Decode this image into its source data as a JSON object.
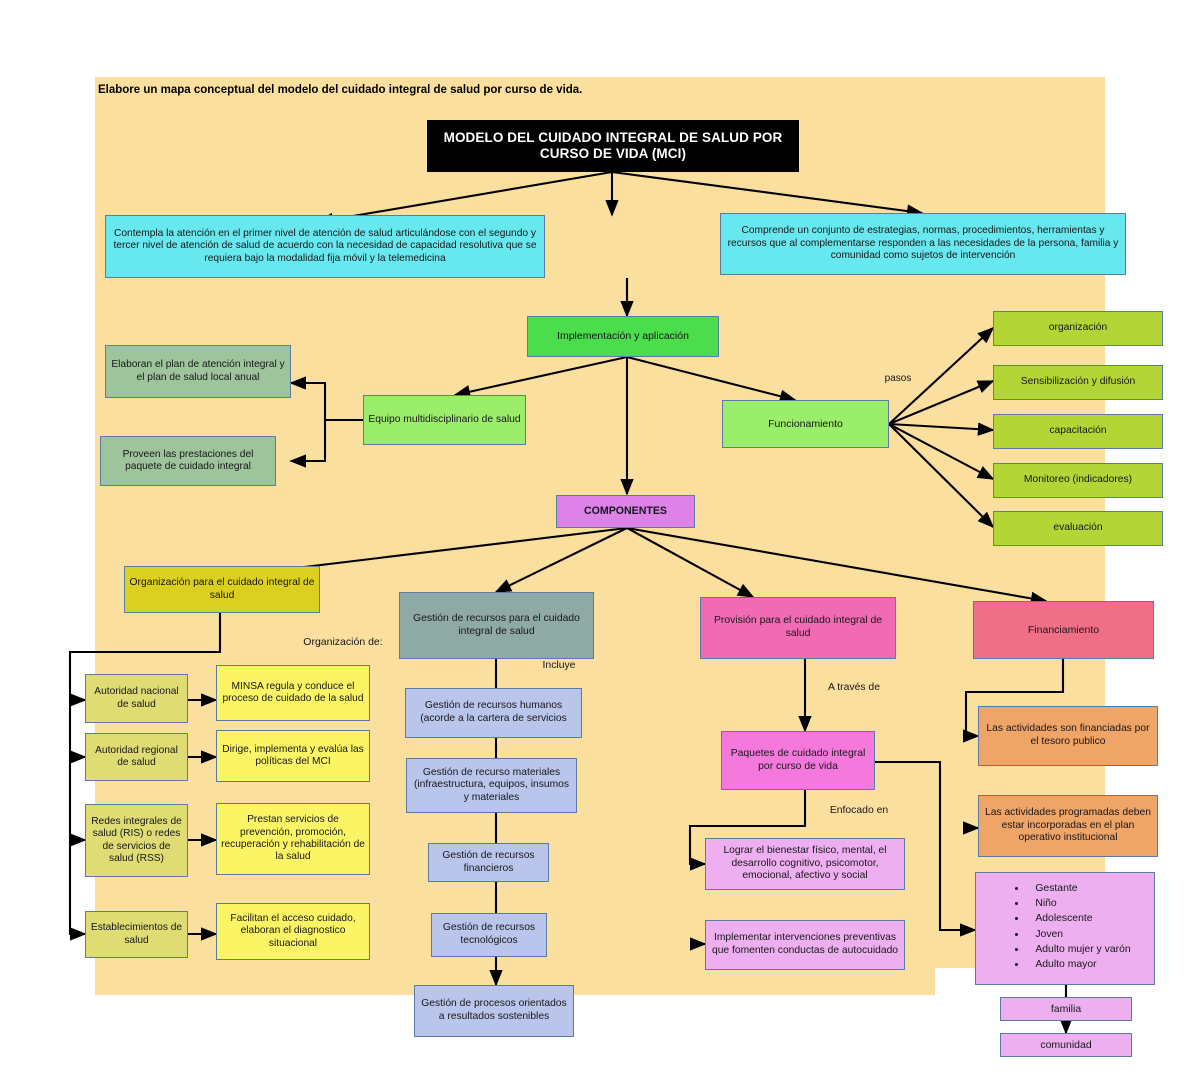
{
  "page": {
    "prompt": "Elabore un mapa conceptual del modelo del cuidado integral de salud por curso de vida.",
    "background_color": "#fadf9f",
    "canvas_color": "#ffffff"
  },
  "title_node": {
    "label": "MODELO DEL CUIDADO INTEGRAL DE SALUD POR CURSO DE VIDA (MCI)",
    "color": "#000000",
    "text_color": "#ffffff"
  },
  "definition_nodes": [
    {
      "id": "contempla",
      "label": "Contempla la atención en el primer nivel de atención de salud articulándose con el segundo y tercer nivel de atención de salud de acuerdo con la necesidad de capacidad resolutiva que se requiera bajo la modalidad fija móvil y la telemedicina",
      "color": "#66e8ee"
    },
    {
      "id": "comprende",
      "label": "Comprende un conjunto de estrategias, normas, procedimientos, herramientas y recursos que al complementarse responden a las necesidades de la persona, familia y comunidad como sujetos de intervención",
      "color": "#66e8ee"
    }
  ],
  "implementacion": {
    "label": "Implementación y aplicación",
    "color": "#4bdd4b"
  },
  "implementacion_children": [
    {
      "id": "equipo",
      "label": "Equipo multidisciplinario de salud",
      "color": "#9aee6a"
    },
    {
      "id": "funcionamiento",
      "label": "Funcionamiento",
      "color": "#9aee6a"
    }
  ],
  "equipo_outputs": [
    {
      "id": "elaboran",
      "label": "Elaboran el plan de atención integral y el plan de salud local anual",
      "color": "#9dc49a"
    },
    {
      "id": "proveen",
      "label": "Proveen las prestaciones del paquete de cuidado integral",
      "color": "#9dc49a"
    }
  ],
  "pasos": {
    "edge_label": "pasos",
    "items": [
      {
        "label": "organización",
        "color": "#b3d636"
      },
      {
        "label": "Sensibilización y difusión",
        "color": "#b3d636"
      },
      {
        "label": "capacitación",
        "color": "#b3d636"
      },
      {
        "label": "Monitoreo (indicadores)",
        "color": "#b3d636"
      },
      {
        "label": "evaluación",
        "color": "#b3d636"
      }
    ]
  },
  "componentes": {
    "label": "COMPONENTES",
    "color": "#dd82e8"
  },
  "componentes_children": [
    {
      "id": "organizacion",
      "label": "Organización para el cuidado integral de salud",
      "color": "#dbd01f"
    },
    {
      "id": "gestion",
      "label": "Gestión de recursos para el cuidado integral de salud",
      "color": "#8fa9a5"
    },
    {
      "id": "provision",
      "label": "Provisión para el cuidado integral de salud",
      "color": "#f06bb4"
    },
    {
      "id": "financiamiento",
      "label": "Financiamiento",
      "color": "#ef6f87"
    }
  ],
  "organizacion_branch": {
    "edge_label": "Organización de:",
    "rows": [
      {
        "actor": "Autoridad nacional de salud",
        "actor_color": "#dfdc74",
        "detail": "MINSA regula y conduce el proceso de cuidado de la salud",
        "detail_color": "#fbf566"
      },
      {
        "actor": "Autoridad regional de salud",
        "actor_color": "#dfdc74",
        "detail": "Dirige, implementa y evalúa las políticas del MCI",
        "detail_color": "#fbf566"
      },
      {
        "actor": "Redes integrales de salud (RIS) o redes de servicios de salud (RSS)",
        "actor_color": "#dfdc74",
        "detail": "Prestan servicios de prevención, promoción, recuperación y rehabilitación de la salud",
        "detail_color": "#fbf566"
      },
      {
        "actor": "Establecimientos de salud",
        "actor_color": "#dfdc74",
        "detail": "Facilitan el acceso cuidado, elaboran el diagnostico situacional",
        "detail_color": "#fbf566"
      }
    ]
  },
  "gestion_branch": {
    "edge_label": "Incluye",
    "items": [
      {
        "label": "Gestión de recursos humanos (acorde a la cartera de servicios",
        "color": "#b9c5ea"
      },
      {
        "label": "Gestión de recurso materiales (infraestructura, equipos, insumos y materiales",
        "color": "#b9c5ea"
      },
      {
        "label": "Gestión de recursos financieros",
        "color": "#b9c5ea"
      },
      {
        "label": "Gestión de recursos tecnológicos",
        "color": "#b9c5ea"
      },
      {
        "label": "Gestión de procesos orientados a resultados sostenibles",
        "color": "#b9c5ea"
      }
    ]
  },
  "provision_branch": {
    "edge_label_1": "A través de",
    "paquetes": {
      "label": "Paquetes de cuidado integral por curso de vida",
      "color": "#f578dd"
    },
    "edge_label_2": "Enfocado en",
    "focus_items": [
      {
        "label": "Lograr el bienestar físico, mental, el desarrollo cognitivo, psicomotor, emocional, afectivo y social",
        "color": "#eeaff0"
      },
      {
        "label": "Implementar intervenciones preventivas que fomenten conductas de autocuidado",
        "color": "#eeaff0"
      }
    ]
  },
  "financiamiento_branch": {
    "items": [
      {
        "label": "Las actividades son financiadas por el tesoro publico",
        "color": "#efa468"
      },
      {
        "label": "Las actividades programadas deben estar incorporadas en el plan operativo institucional",
        "color": "#efa468"
      }
    ]
  },
  "curso_vida": {
    "color": "#eeaff0",
    "bullets": [
      "Gestante",
      "Niño",
      "Adolescente",
      "Joven",
      "Adulto mujer y varón",
      "Adulto mayor"
    ],
    "familia": {
      "label": "familia",
      "color": "#eeaff0"
    },
    "comunidad": {
      "label": "comunidad",
      "color": "#eeaff0"
    }
  }
}
